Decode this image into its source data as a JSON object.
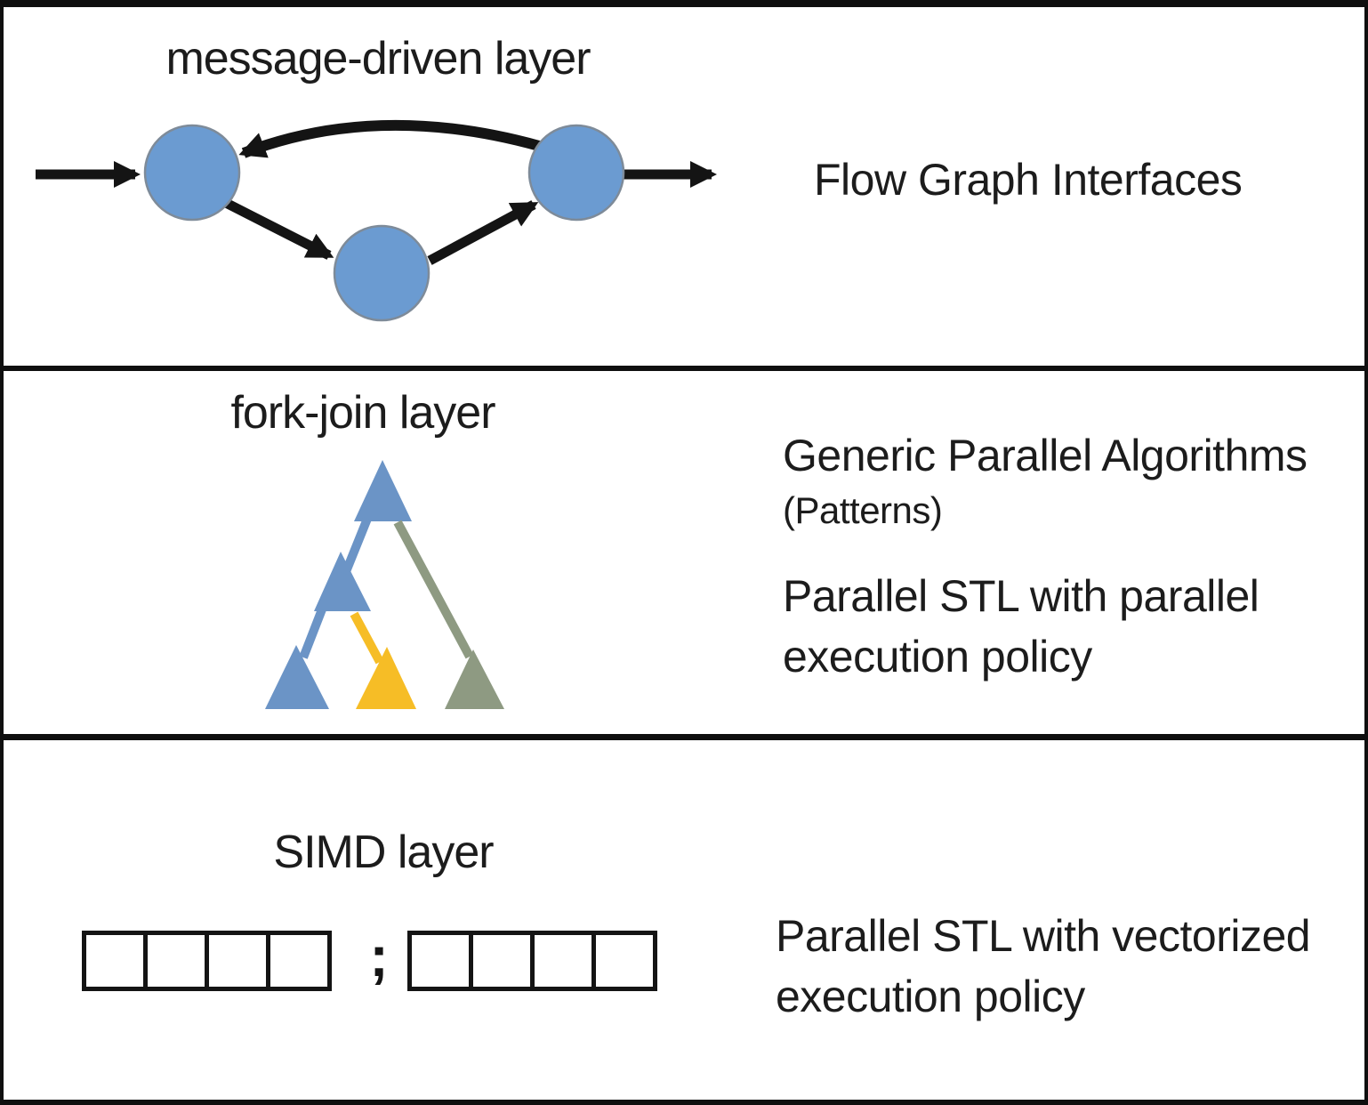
{
  "message_driven": {
    "title": "message-driven layer",
    "right_label": "Flow Graph Interfaces",
    "node_count": 3
  },
  "fork_join": {
    "title": "fork-join layer",
    "right_label_primary": "Generic Parallel Algorithms",
    "right_label_secondary": "(Patterns)",
    "right_label_tertiary_line1": "Parallel STL with parallel",
    "right_label_tertiary_line2": "execution policy"
  },
  "simd": {
    "title": "SIMD layer",
    "separator": ";",
    "left_cells": 4,
    "right_cells": 4,
    "right_label_line1": "Parallel STL with vectorized",
    "right_label_line2": "execution policy"
  },
  "colors": {
    "node_blue": "#6b9bd1",
    "node_stroke": "#7e8b99",
    "triangle_blue": "#6b94c6",
    "triangle_yellow": "#f6bd26",
    "triangle_green": "#8e9a82",
    "arrow_black": "#141414",
    "border_black": "#0f0f0f",
    "text": "#1c1c1c"
  }
}
